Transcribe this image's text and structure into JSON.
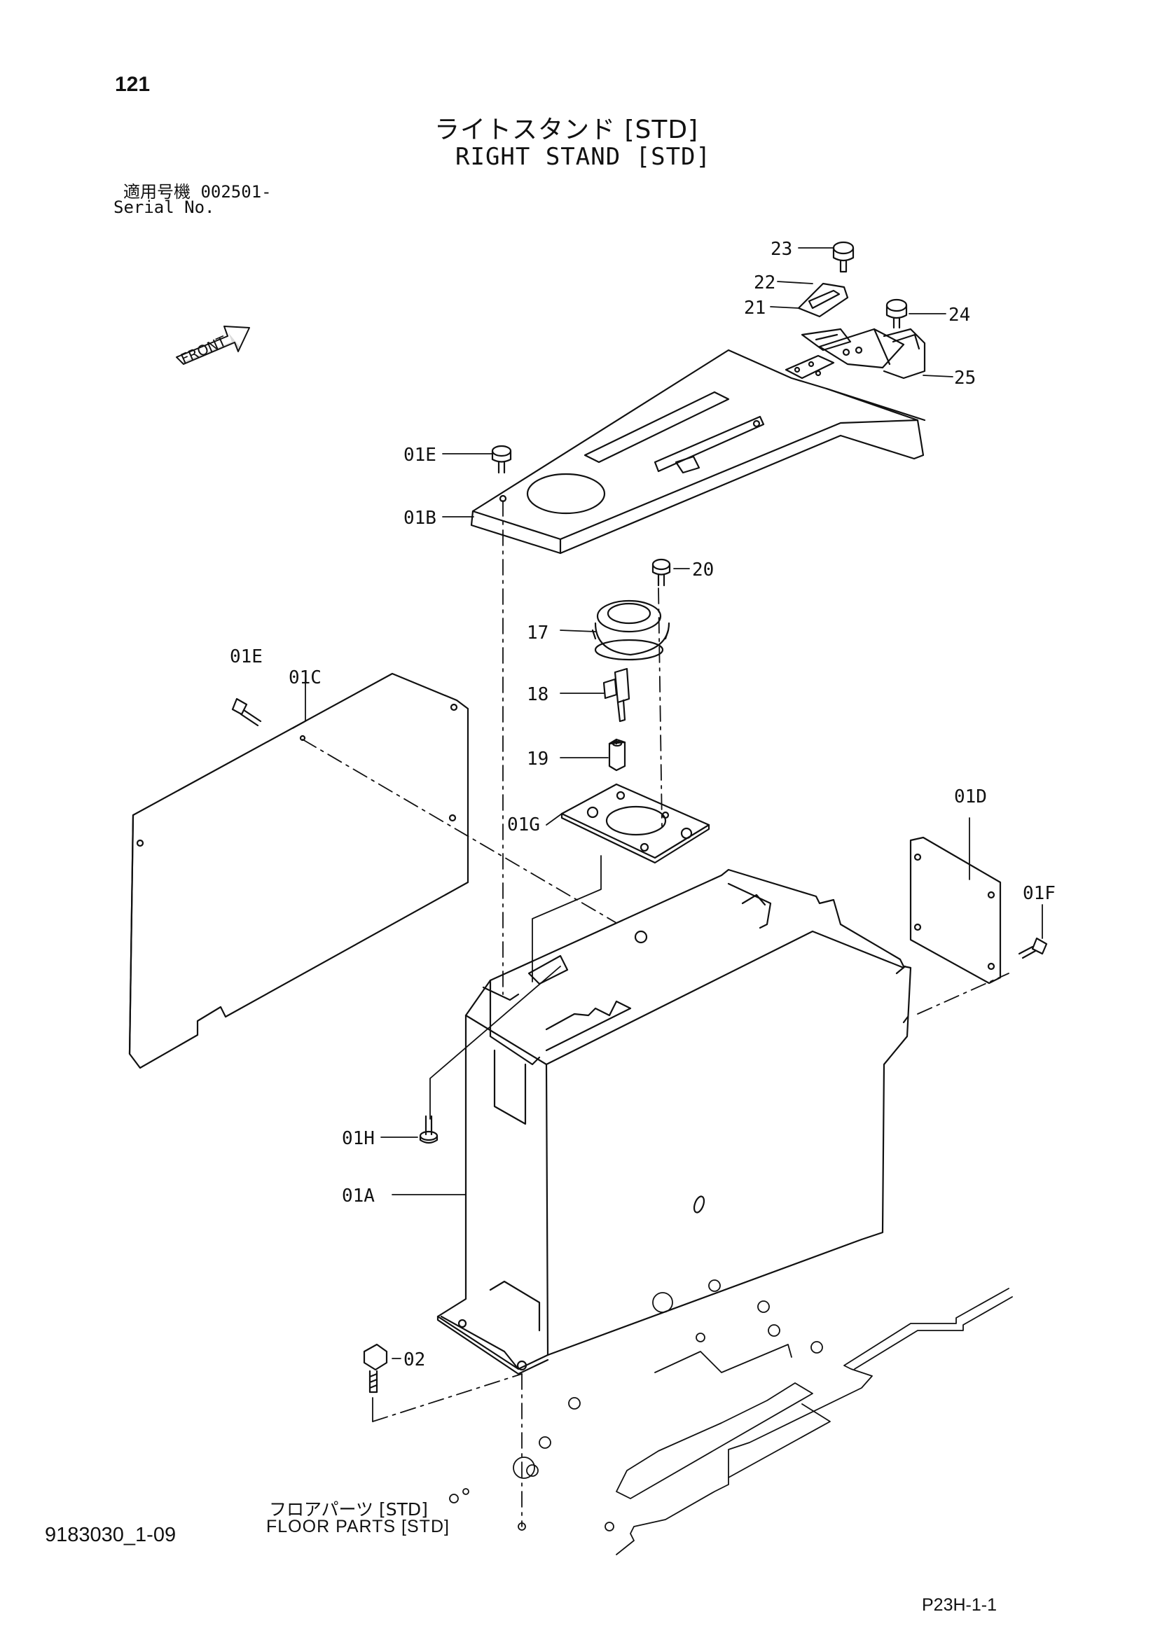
{
  "header": {
    "page_number": "121",
    "title_jp": "ライトスタンド [STD]",
    "title_en": "RIGHT STAND [STD]",
    "serial_jp": "適用号機  002501-",
    "serial_en": "Serial No."
  },
  "front_label": "FRONT",
  "callouts": [
    {
      "id": "c-23",
      "label": "23"
    },
    {
      "id": "c-22",
      "label": "22"
    },
    {
      "id": "c-21",
      "label": "21"
    },
    {
      "id": "c-24",
      "label": "24"
    },
    {
      "id": "c-25",
      "label": "25"
    },
    {
      "id": "c-01E-top",
      "label": "01E"
    },
    {
      "id": "c-01B",
      "label": "01B"
    },
    {
      "id": "c-20",
      "label": "20"
    },
    {
      "id": "c-17",
      "label": "17"
    },
    {
      "id": "c-18",
      "label": "18"
    },
    {
      "id": "c-19",
      "label": "19"
    },
    {
      "id": "c-01G",
      "label": "01G"
    },
    {
      "id": "c-01E-left",
      "label": "01E"
    },
    {
      "id": "c-01C",
      "label": "01C"
    },
    {
      "id": "c-01D",
      "label": "01D"
    },
    {
      "id": "c-01F",
      "label": "01F"
    },
    {
      "id": "c-01H",
      "label": "01H"
    },
    {
      "id": "c-01A",
      "label": "01A"
    },
    {
      "id": "c-02",
      "label": "02"
    }
  ],
  "floor_parts": {
    "label_jp": "フロアパーツ [STD]",
    "label_en": "FLOOR PARTS [STD]"
  },
  "footer": {
    "doc_code": "9183030_1-09",
    "page_code": "P23H-1-1"
  }
}
